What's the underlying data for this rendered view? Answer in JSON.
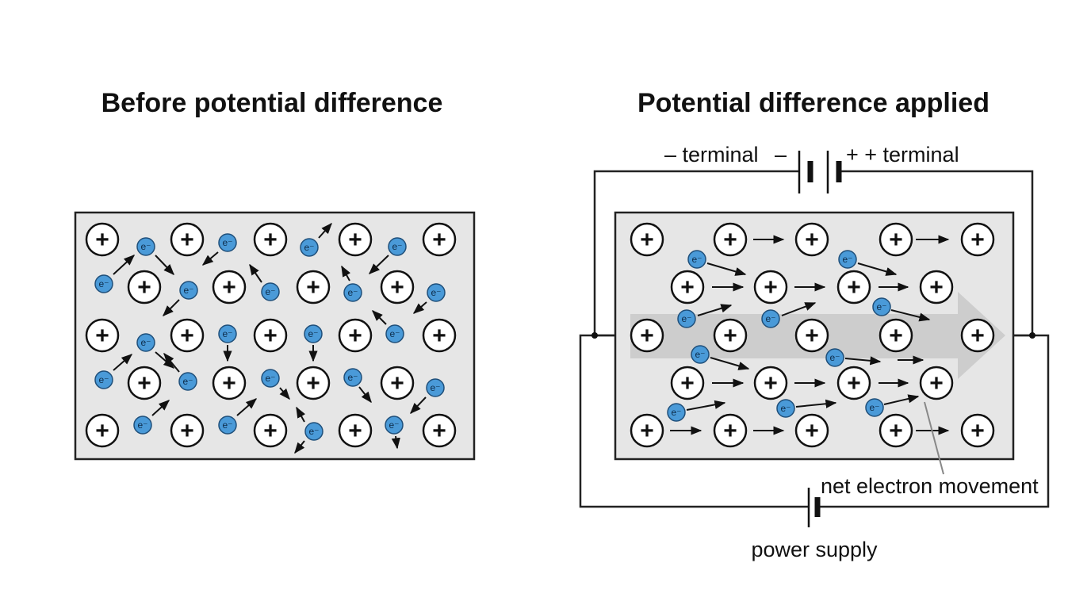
{
  "titles": {
    "left": "Before potential difference",
    "right": "Potential difference applied"
  },
  "labels": {
    "neg_terminal": "– terminal",
    "neg_sign": "–",
    "pos_terminal": "+ + terminal",
    "net_movement": "net electron movement",
    "power_supply": "power supply"
  },
  "symbols": {
    "ion": "+",
    "electron": "e⁻"
  },
  "colors": {
    "electron_fill": "#4a9ad8",
    "electron_stroke": "#1f4f7a",
    "ion_fill": "#ffffff",
    "panel_fill": "#e6e6e6",
    "flow_arrow": "#c8c8c8",
    "ink": "#111111"
  }
}
